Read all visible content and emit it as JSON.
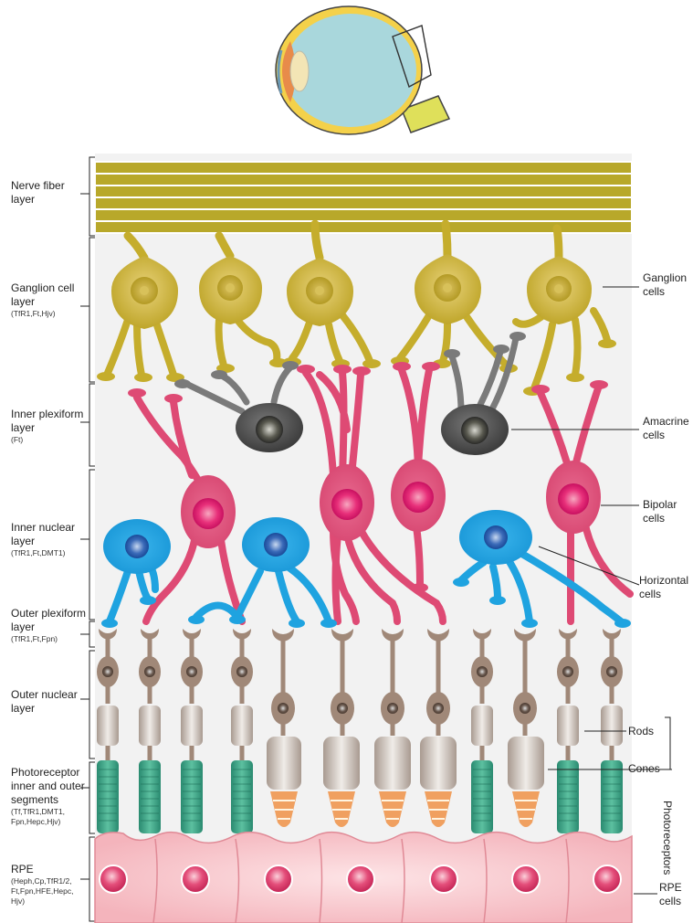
{
  "left_labels": [
    {
      "lines": [
        "Nerve fiber",
        "layer"
      ],
      "sub": []
    },
    {
      "lines": [
        "Ganglion cell",
        "layer"
      ],
      "sub": [
        "(TfR1,Ft,Hjv)"
      ]
    },
    {
      "lines": [
        "Inner plexiform",
        "layer"
      ],
      "sub": [
        "(Ft)"
      ]
    },
    {
      "lines": [
        "Inner nuclear",
        "layer"
      ],
      "sub": [
        "(TfR1,Ft,DMT1)"
      ]
    },
    {
      "lines": [
        "Outer plexiform",
        "layer"
      ],
      "sub": [
        "(TfR1,Ft,Fpn)"
      ]
    },
    {
      "lines": [
        "Outer nuclear",
        "layer"
      ],
      "sub": []
    },
    {
      "lines": [
        "Photoreceptor",
        "inner and outer",
        "segments"
      ],
      "sub": [
        "(Tf,TfR1,DMT1,",
        "Fpn,Hepc,Hjv)"
      ]
    },
    {
      "lines": [
        "RPE"
      ],
      "sub": [
        "(Heph,Cp,TfR1/2,",
        "Ft,Fpn,HFE,Hepc,",
        "Hjv)"
      ]
    }
  ],
  "right_labels": {
    "ganglion": [
      "Ganglion",
      "cells"
    ],
    "amacrine": [
      "Amacrine",
      "cells"
    ],
    "bipolar": [
      "Bipolar",
      "cells"
    ],
    "horizontal": [
      "Horizontal",
      "cells"
    ],
    "rods": "Rods",
    "cones": "Cones",
    "photoreceptors": "Photoreceptors",
    "rpe": [
      "RPE",
      "cells"
    ]
  },
  "colors": {
    "background_panel": "#f2f2f2",
    "nerve_fiber": "#b8a82a",
    "ganglion": "#c9b32e",
    "bipolar": "#e04a75",
    "amacrine": "#555555",
    "horizontal": "#1fa3e0",
    "photoreceptor_body": "#a08878",
    "rod_outer": "#2e9e7e",
    "cone_outer": "#f0a060",
    "rpe": "#f7c0c6"
  },
  "icons": [
    "eyeball-icon"
  ]
}
